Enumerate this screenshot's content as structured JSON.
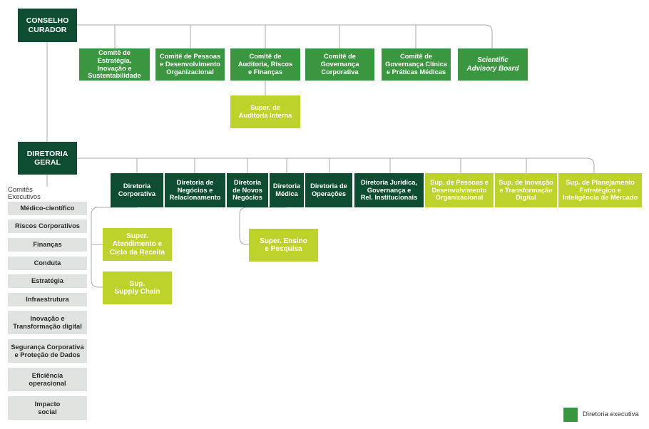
{
  "conselho": "CONSELHO\nCURADOR",
  "committees": [
    "Comitê de Estratégia,\nInovação e\nSustentabilidade",
    "Comitê de Pessoas\ne Desenvolvimento\nOrganizacional",
    "Comitê de\nAuditoria, Riscos\ne  Finanças",
    "Comitê de\nGovernança\nCorporativa",
    "Comitê de\nGovernança Clínica\ne Práticas Médicas",
    "Scientific\nAdvisory Board"
  ],
  "auditoria_interna": "Super. de\nAuditoria Interna",
  "diretoria_geral": "DIRETORIA\nGERAL",
  "comites_executivos_label": "Comitês\nExecutivos",
  "comites_executivos": [
    "Médico-científico",
    "Riscos Corporativos",
    "Finanças",
    "Conduta",
    "Estratégia",
    "Infraestrutura",
    "Inovação e\nTransformação digital",
    "Segurança Corporativa\ne Proteção de Dados",
    "Eficiência\noperacional",
    "Impacto\nsocial"
  ],
  "diretorias": [
    "Diretoria\nCorporativa",
    "Diretoria de\nNegócios e\nRelacionamento",
    "Diretoria\nde Novos\nNegócios",
    "Diretoria\nMédica",
    "Diretoria de\nOperações",
    "Diretoria Jurídica,\nGovernança e\nRel. Institucionais"
  ],
  "superintendencias": [
    "Sup. de Pessoas e\nDesenvolvimento\nOrganizacional",
    "Sup. de Inovação\ne Transformação\nDigital",
    "Sup. de Planejamento\nEstratégico e\nInteligência de Mercado"
  ],
  "sub_corporativa": [
    "Super.\nAtendimento e\nCiclo da Receita",
    "Sup.\nSupply Chain"
  ],
  "sub_medica": "Super. Ensino\ne Pesquisa",
  "legend": "Diretoria executiva",
  "colors": {
    "dark_green": "#0f4d32",
    "green": "#3a963f",
    "lime": "#bdd22b",
    "grey": "#dfe3df",
    "line": "#aaaaaa"
  }
}
